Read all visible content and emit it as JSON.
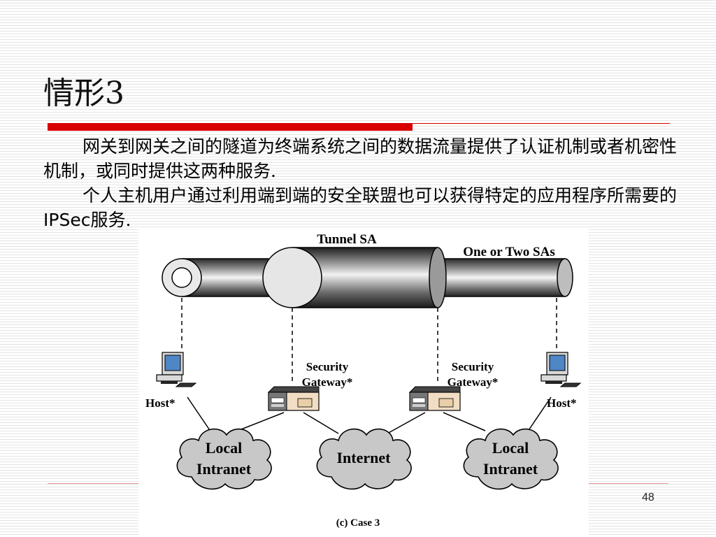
{
  "slide": {
    "title": "情形3",
    "paragraphs": [
      "网关到网关之间的隧道为终端系统之间的数据流量提供了认证机制或者机密性机制，或同时提供这两种服务.",
      "个人主机用户通过利用端到端的安全联盟也可以获得特定的应用程序所需要的"
    ],
    "paragraph2_highlight": "IPSec",
    "paragraph2_tail": "服务.",
    "page_number": "48"
  },
  "figure": {
    "tunnel_label": "Tunnel SA",
    "outer_label": "One or Two SAs",
    "host_label": "Host*",
    "gateway_label_line1": "Security",
    "gateway_label_line2": "Gateway*",
    "local_line1": "Local",
    "local_line2": "Intranet",
    "internet_label": "Internet",
    "caption": "(c) Case 3"
  },
  "colors": {
    "title_rule": "#d80000",
    "footer_rule": "#e79a9a",
    "monitor_screen": "#4f86c6",
    "gateway_face": "#f0ddc4",
    "cloud_fill": "#c8c8c8"
  }
}
